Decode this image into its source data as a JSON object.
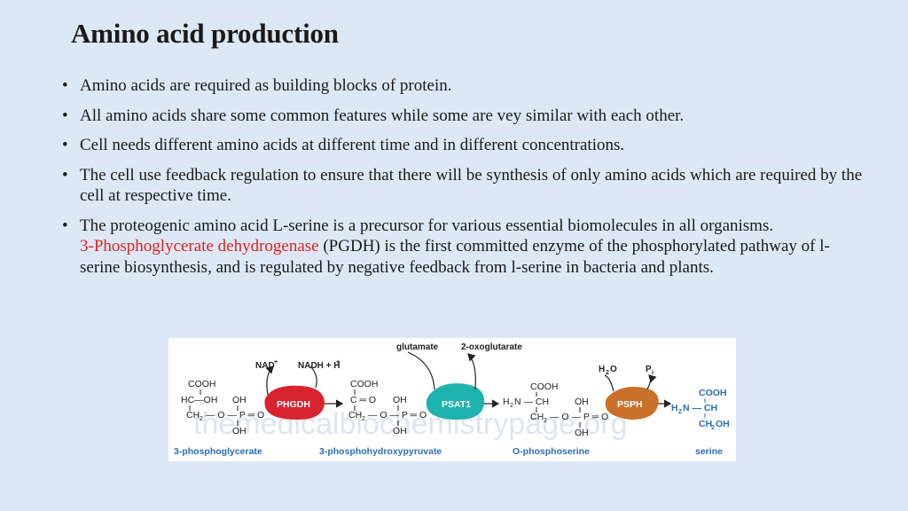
{
  "title": "Amino acid production",
  "bullets": [
    "Amino acids are required as building blocks of protein.",
    "All amino acids share some common features while some are vey similar with each other.",
    "Cell needs different amino acids at different time and in different concentrations.",
    "The cell use feedback regulation to ensure that there will be synthesis of only amino acids which are required by the cell at respective time."
  ],
  "bullet5": {
    "text1": "The proteogenic amino acid L-serine is a precursor for various essential biomolecules in all organisms.",
    "highlight": "3-Phosphoglycerate dehydrogenase",
    "text2": " (PGDH) is the first committed enzyme of the phosphorylated pathway of l-serine biosynthesis, and is regulated by negative feedback from l-serine in bacteria and plants."
  },
  "colors": {
    "highlight": "#e52020",
    "phgdh": "#d9232e",
    "psat1": "#1fb3b0",
    "psph": "#c9702a",
    "label_blue": "#2a6fb8"
  },
  "pathway": {
    "enzymes": [
      "PHGDH",
      "PSAT1",
      "PSPH"
    ],
    "cofactors": {
      "nad": "NAD",
      "nad_sup": "+",
      "nadh": "NADH + H",
      "nadh_sup": "+",
      "glutamate": "glutamate",
      "oxoglutarate": "2-oxoglutarate",
      "water": "H",
      "water_sub": "2",
      "water_o": "O",
      "pi": "P",
      "pi_sub": "i"
    },
    "compounds": [
      "3-phosphoglycerate",
      "3-phosphohydroxypyruvate",
      "O-phosphoserine",
      "serine"
    ],
    "watermark": "themedicalbiochemistrypage.org"
  }
}
